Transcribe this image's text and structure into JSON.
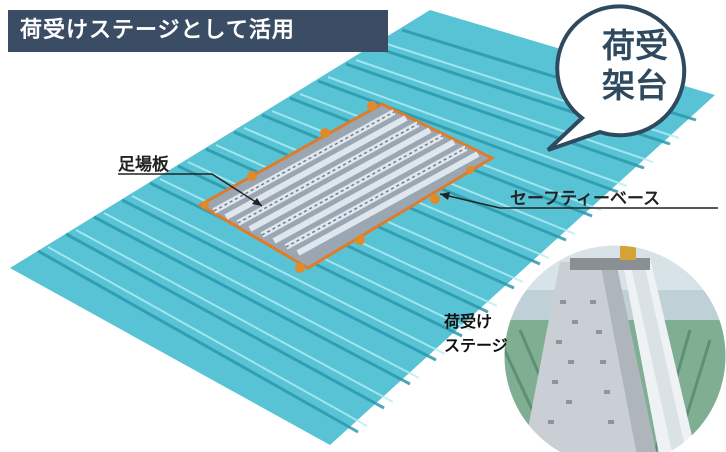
{
  "header": {
    "title": "荷受けステージとして活用"
  },
  "bubble": {
    "line1": "荷受",
    "line2": "架台"
  },
  "callouts": {
    "scaffold_board": "足場板",
    "safety_base": "セーフティーベース",
    "stage_line1": "荷受け",
    "stage_line2": "ステージ"
  },
  "colors": {
    "title_bg": "#3b4d64",
    "roof": "#5ec8d8",
    "bubble_stroke": "#2f4a5f",
    "platform_border": "#e07b2a"
  }
}
